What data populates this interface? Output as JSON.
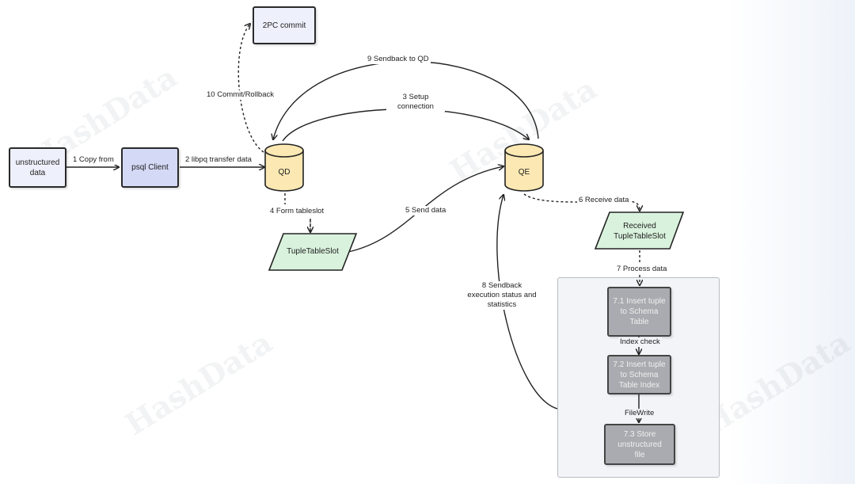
{
  "nodes": {
    "unstructured": "unstructured data",
    "psql": "psql Client",
    "qd": "QD",
    "qe": "QE",
    "twopc": "2PC commit",
    "tupleslot": "TupleTableSlot",
    "received": "Received TupleTableSlot",
    "insert_table": "7.1 Insert tuple to Schema Table",
    "insert_index": "7.2 Insert tuple to Schema Table Index",
    "store": "7.3 Store unstructured file"
  },
  "edges": {
    "copy_from": "1 Copy from",
    "libpq": "2 libpq transfer data",
    "setup": "3 Setup connection",
    "form": "4 Form tableslot",
    "send": "5 Send data",
    "receive": "6 Receive data",
    "process": "7 Process data",
    "sendback_status": "8 Sendback execution status and statistics",
    "sendback_qd": "9 Sendback to QD",
    "commit": "10 Commit/Rollback",
    "index_check": "Index check",
    "filewrite": "FileWrite"
  },
  "watermark": "HashData",
  "colors": {
    "box_light": "#eef1fb",
    "box_blue": "#d4d9f6",
    "cylinder": "#fbe8b3",
    "parallelogram": "#d9f2dd",
    "process_box": "#a9abb0"
  }
}
